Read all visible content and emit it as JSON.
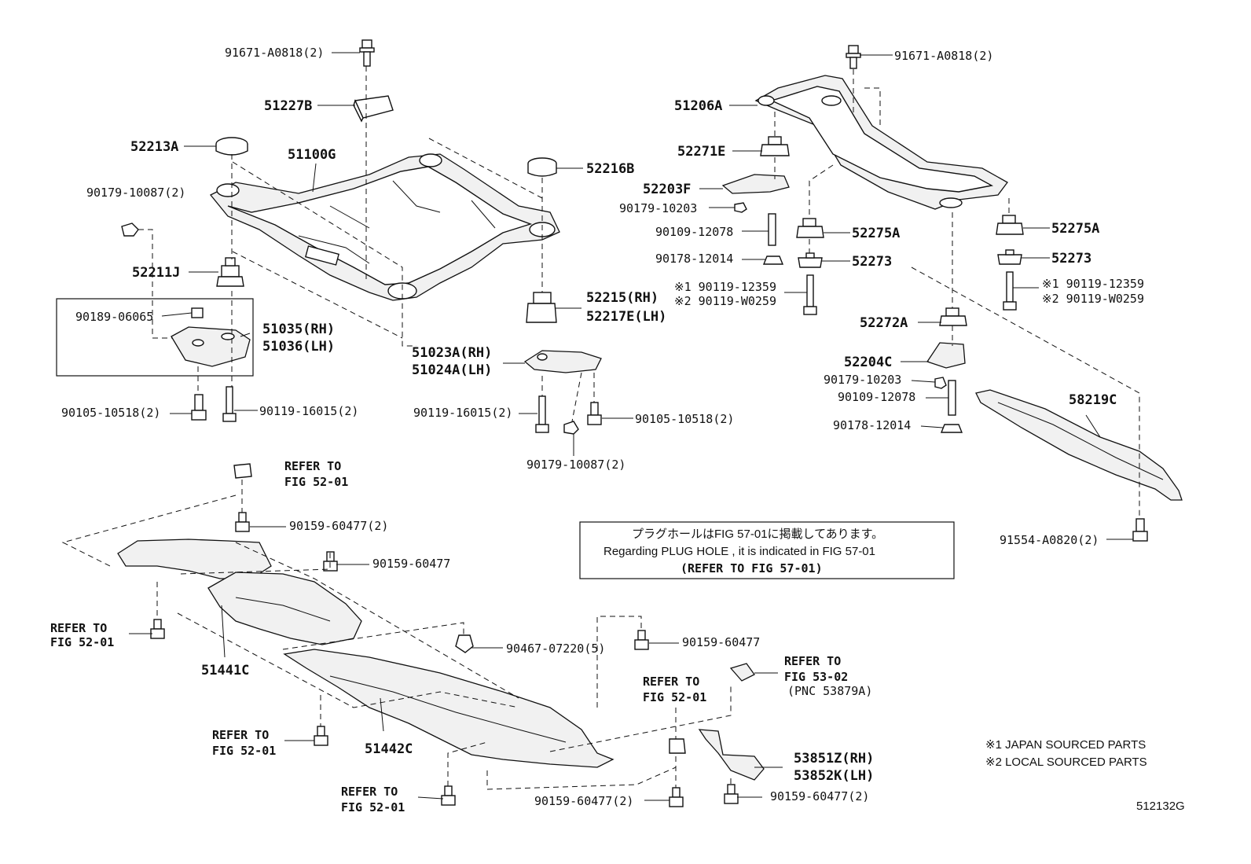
{
  "diagram_id": "512132G",
  "notes": {
    "jp_line": "プラグホールはFIG 57-01に掲載してあります。",
    "en_line": "Regarding  PLUG  HOLE , it is indicated in FIG  57-01",
    "ref_line": "(REFER TO FIG 57-01)"
  },
  "legend": {
    "line1": "※1 JAPAN SOURCED PARTS",
    "line2": "※2 LOCAL SOURCED PARTS"
  },
  "labels": {
    "p91671_left": "91671-A0818(2)",
    "p51227B": "51227B",
    "p52213A": "52213A",
    "p51100G": "51100G",
    "p90179_10087_left": "90179-10087(2)",
    "p52211J": "52211J",
    "p90189_06065": "90189-06065",
    "p51035": "51035(RH)",
    "p51036": "51036(LH)",
    "p90105_left": "90105-10518(2)",
    "p90119_16015_left": "90119-16015(2)",
    "p52216B": "52216B",
    "p52215": "52215(RH)",
    "p52217E": "52217E(LH)",
    "p51023A": "51023A(RH)",
    "p51024A": "51024A(LH)",
    "p90119_16015_mid": "90119-16015(2)",
    "p90105_mid": "90105-10518(2)",
    "p90179_10087_mid": "90179-10087(2)",
    "p91671_right": "91671-A0818(2)",
    "p51206A": "51206A",
    "p52271E": "52271E",
    "p52203F": "52203F",
    "p90179_10203_a": "90179-10203",
    "p90109_12078_a": "90109-12078",
    "p90178_12014_a": "90178-12014",
    "p90119_12359_a": "※1 90119-12359",
    "p90119_W0259_a": "※2 90119-W0259",
    "p52275A_a": "52275A",
    "p52273_a": "52273",
    "p52275A_b": "52275A",
    "p52273_b": "52273",
    "p90119_12359_b": "※1 90119-12359",
    "p90119_W0259_b": "※2 90119-W0259",
    "p52272A": "52272A",
    "p52204C": "52204C",
    "p90179_10203_b": "90179-10203",
    "p90109_12078_b": "90109-12078",
    "p90178_12014_b": "90178-12014",
    "p58219C": "58219C",
    "p91554": "91554-A0820(2)",
    "refer_to": "REFER TO",
    "fig_52_01": "FIG 52-01",
    "fig_53_02": "FIG 53-02",
    "pnc_53879A": "(PNC 53879A)",
    "p90159_60477_2_top": "90159-60477(2)",
    "p90159_60477_top": "90159-60477",
    "p90467": "90467-07220(5)",
    "p90159_60477_mid": "90159-60477",
    "p51441C": "51441C",
    "p51442C": "51442C",
    "p53851Z": "53851Z(RH)",
    "p53852K": "53852K(LH)",
    "p90159_60477_2_bot": "90159-60477(2)",
    "p90159_60477_2_br": "90159-60477(2)"
  }
}
